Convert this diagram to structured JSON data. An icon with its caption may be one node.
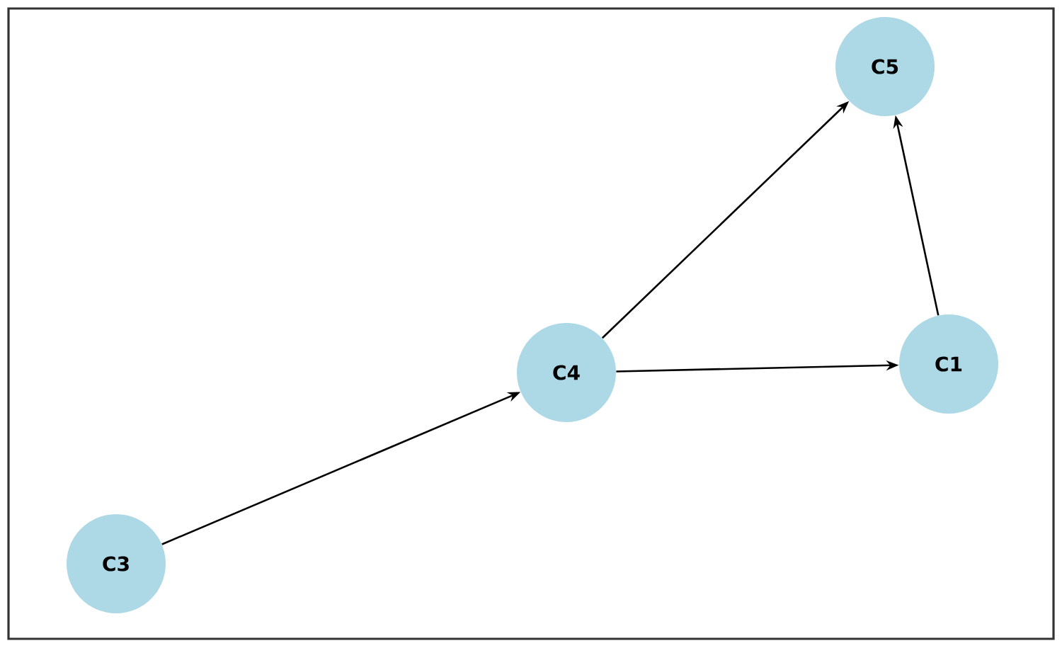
{
  "diagram": {
    "nodes": [
      {
        "text": [
          "C5"
        ]
      },
      {
        "text": [
          "C4"
        ]
      },
      {
        "text": [
          "C1"
        ]
      },
      {
        "text": [
          "C3"
        ]
      }
    ],
    "edges": [
      {
        "from": 3,
        "to": 1,
        "arrow": "to"
      },
      {
        "from": 1,
        "to": 0,
        "arrow": "to"
      },
      {
        "from": 1,
        "to": 2,
        "arrow": "to"
      },
      {
        "from": 2,
        "to": 0,
        "arrow": "to"
      }
    ]
  }
}
